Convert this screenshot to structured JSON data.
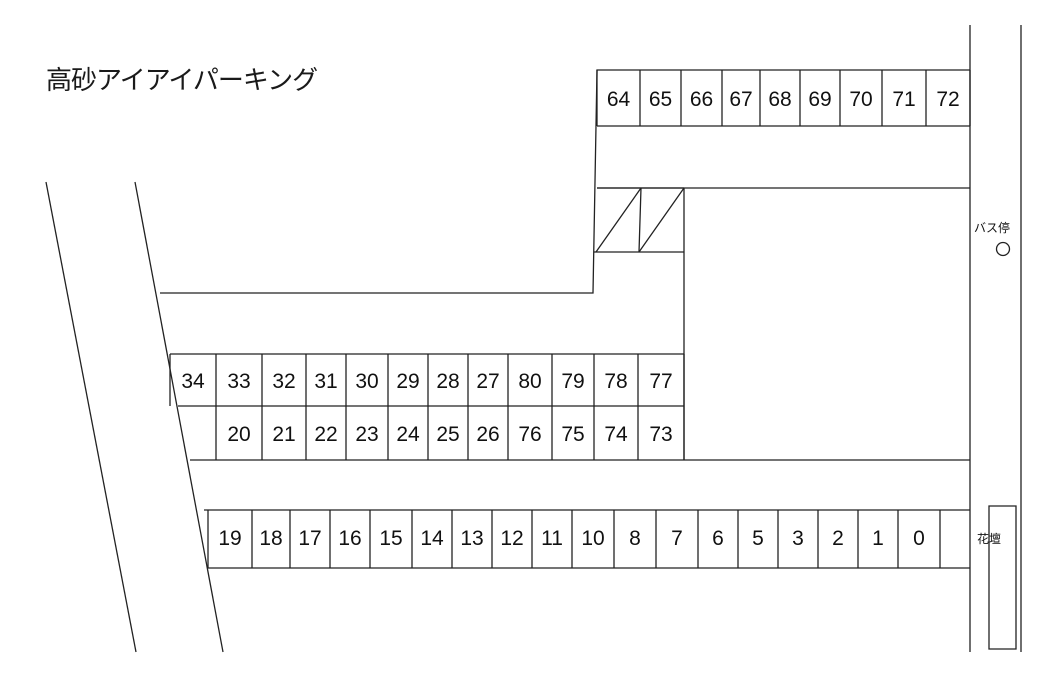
{
  "title": "高砂アイアイパーキング",
  "labels": {
    "bus_stop": "バス停",
    "flower_bed": "花壇"
  },
  "spaces": {
    "top_row": [
      "64",
      "65",
      "66",
      "67",
      "68",
      "69",
      "70",
      "71",
      "72"
    ],
    "middle_upper": [
      "34",
      "33",
      "32",
      "31",
      "30",
      "29",
      "28",
      "27",
      "80",
      "79",
      "78",
      "77"
    ],
    "middle_lower": [
      "20",
      "21",
      "22",
      "23",
      "24",
      "25",
      "26",
      "76",
      "75",
      "74",
      "73"
    ],
    "bottom_row": [
      "19",
      "18",
      "17",
      "16",
      "15",
      "14",
      "13",
      "12",
      "11",
      "10",
      "8",
      "7",
      "6",
      "5",
      "3",
      "2",
      "1",
      "0"
    ]
  }
}
